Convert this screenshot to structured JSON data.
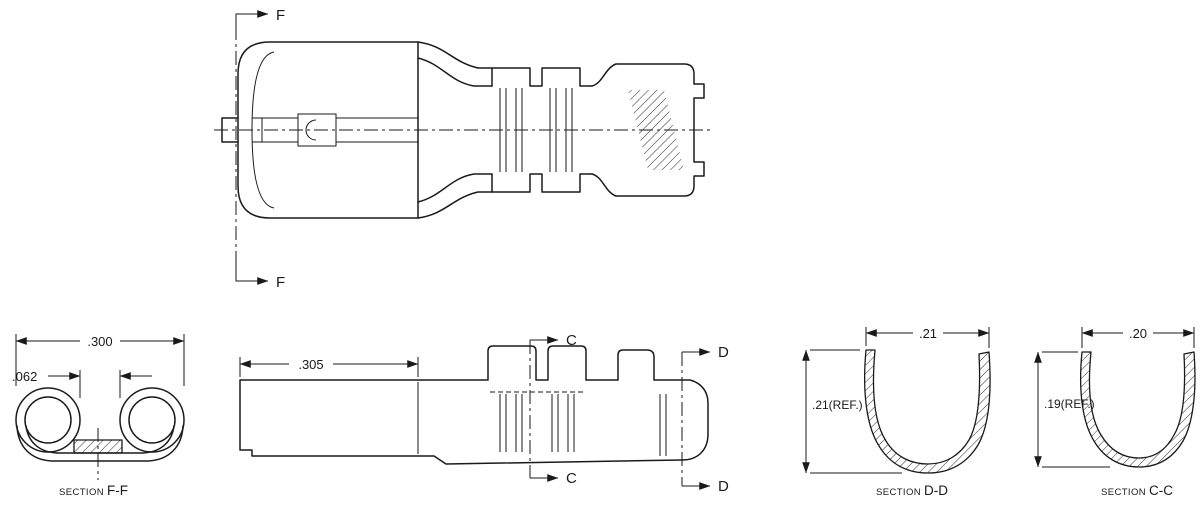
{
  "drawing": {
    "background": "#ffffff",
    "line_color": "#1a1a1a"
  },
  "plan_view": {
    "section_f_top_label": "F",
    "section_f_bottom_label": "F"
  },
  "side_view": {
    "length_dim": ".305",
    "section_c_top_label": "C",
    "section_c_bottom_label": "C",
    "section_d_top_label": "D",
    "section_d_bottom_label": "D"
  },
  "section_ff": {
    "width_dim": ".300",
    "gap_dim": ".062",
    "caption_prefix": "SECTION",
    "caption_name": "F-F"
  },
  "section_dd": {
    "width_dim": ".21",
    "height_dim": ".21(REF.)",
    "caption_prefix": "SECTION",
    "caption_name": "D-D"
  },
  "section_cc": {
    "width_dim": ".20",
    "height_dim": ".19(REF.)",
    "caption_prefix": "SECTION",
    "caption_name": "C-C"
  }
}
